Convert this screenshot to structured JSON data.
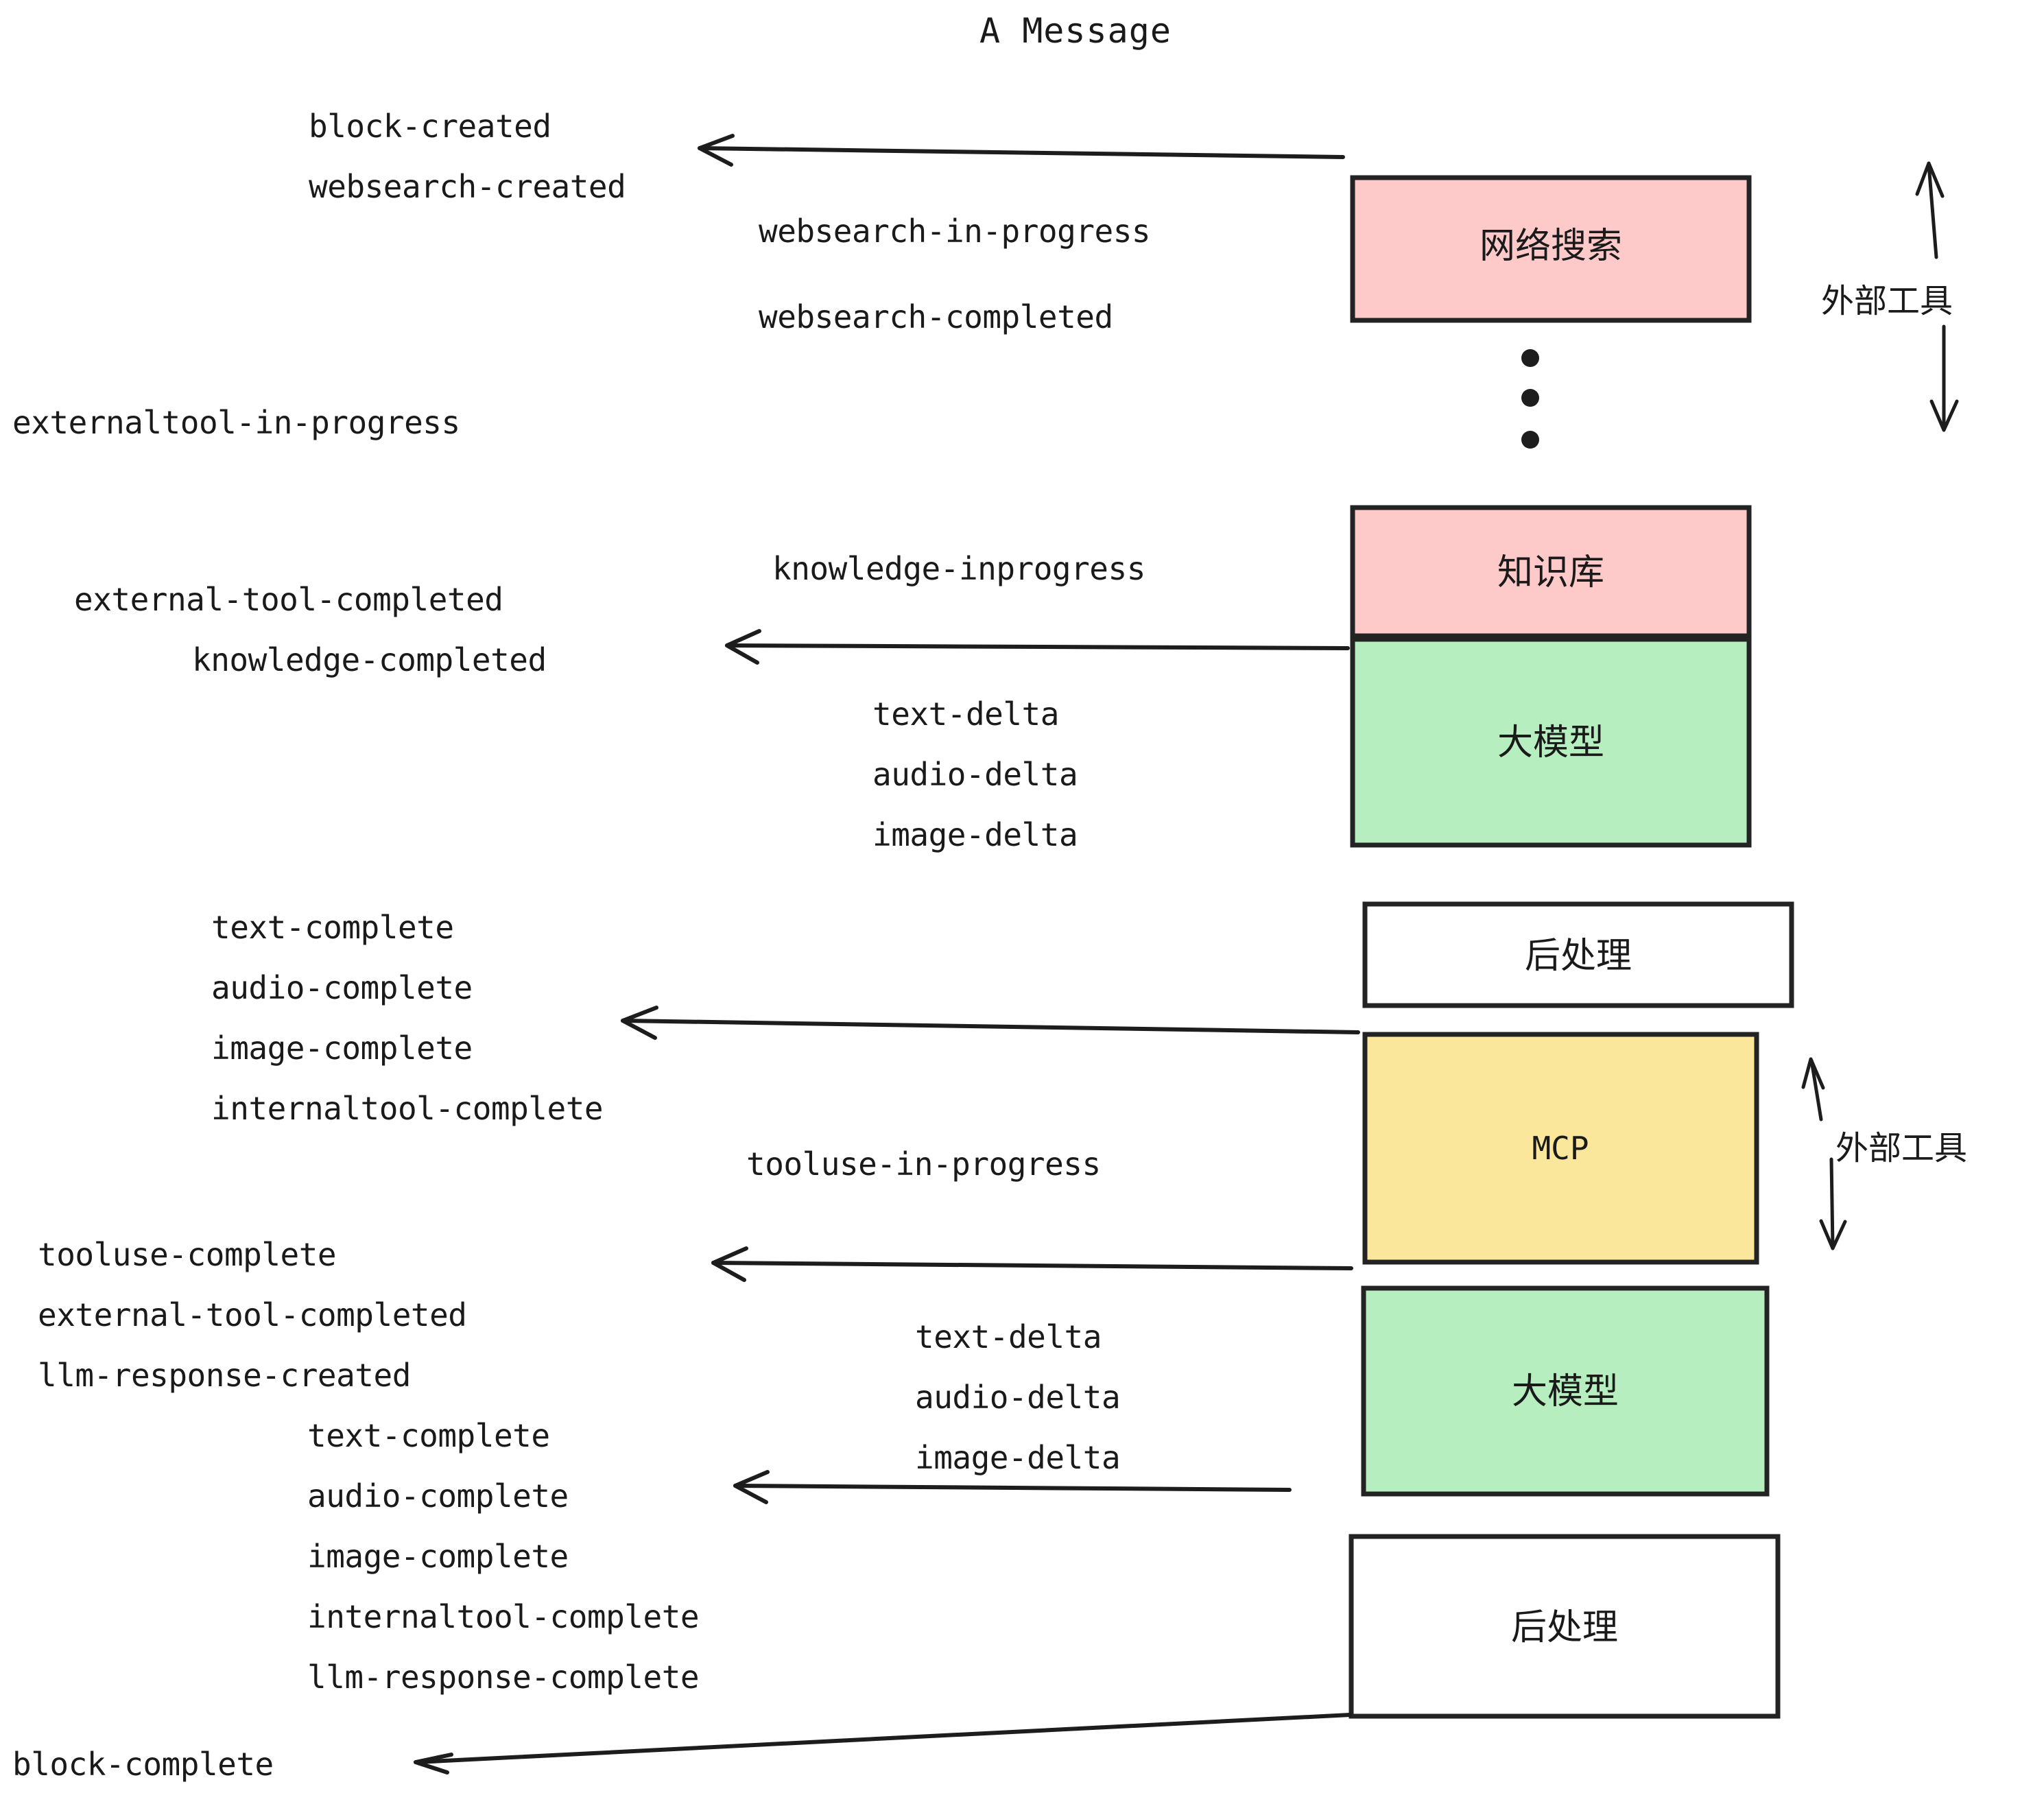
{
  "title": "A Message",
  "colors": {
    "pink": "#fdc9c9",
    "green": "#b6eec0",
    "yellow": "#fae79c",
    "white": "#ffffff",
    "stroke": "#232323",
    "text": "#1a1a1a"
  },
  "boxes": [
    {
      "id": "websearch",
      "label": "网络搜索",
      "fill": "#fdc9c9",
      "kind": "cjk"
    },
    {
      "id": "knowledge",
      "label": "知识库",
      "fill": "#fdc9c9",
      "kind": "cjk"
    },
    {
      "id": "llm-1",
      "label": "大模型",
      "fill": "#b6eec0",
      "kind": "cjk"
    },
    {
      "id": "postproc-1",
      "label": "后处理",
      "fill": "#ffffff",
      "kind": "cjk"
    },
    {
      "id": "mcp",
      "label": "MCP",
      "fill": "#fae79c",
      "kind": "mono"
    },
    {
      "id": "llm-2",
      "label": "大模型",
      "fill": "#b6eec0",
      "kind": "cjk"
    },
    {
      "id": "postproc-2",
      "label": "后处理",
      "fill": "#ffffff",
      "kind": "cjk"
    }
  ],
  "side_labels": [
    {
      "id": "external-tool-top",
      "text": "外部工具"
    },
    {
      "id": "external-tool-bottom",
      "text": "外部工具"
    }
  ],
  "events": [
    {
      "id": "e01",
      "text": "block-created"
    },
    {
      "id": "e02",
      "text": "websearch-created"
    },
    {
      "id": "e03",
      "text": "websearch-in-progress"
    },
    {
      "id": "e04",
      "text": "websearch-completed"
    },
    {
      "id": "e05",
      "text": "externaltool-in-progress"
    },
    {
      "id": "e06",
      "text": "knowledge-inprogress"
    },
    {
      "id": "e07",
      "text": "external-tool-completed"
    },
    {
      "id": "e08",
      "text": "knowledge-completed"
    },
    {
      "id": "e09",
      "text": "text-delta"
    },
    {
      "id": "e10",
      "text": "audio-delta"
    },
    {
      "id": "e11",
      "text": "image-delta"
    },
    {
      "id": "e12",
      "text": "text-complete"
    },
    {
      "id": "e13",
      "text": "audio-complete"
    },
    {
      "id": "e14",
      "text": "image-complete"
    },
    {
      "id": "e15",
      "text": "internaltool-complete"
    },
    {
      "id": "e16",
      "text": "tooluse-in-progress"
    },
    {
      "id": "e17",
      "text": "tooluse-complete"
    },
    {
      "id": "e18",
      "text": "external-tool-completed"
    },
    {
      "id": "e19",
      "text": "llm-response-created"
    },
    {
      "id": "e20",
      "text": "text-complete"
    },
    {
      "id": "e21",
      "text": "audio-complete"
    },
    {
      "id": "e22",
      "text": "image-complete"
    },
    {
      "id": "e23",
      "text": "internaltool-complete"
    },
    {
      "id": "e24",
      "text": "llm-response-complete"
    },
    {
      "id": "e25",
      "text": "block-complete"
    },
    {
      "id": "e26",
      "text": "text-delta"
    },
    {
      "id": "e27",
      "text": "audio-delta"
    },
    {
      "id": "e28",
      "text": "image-delta"
    }
  ]
}
